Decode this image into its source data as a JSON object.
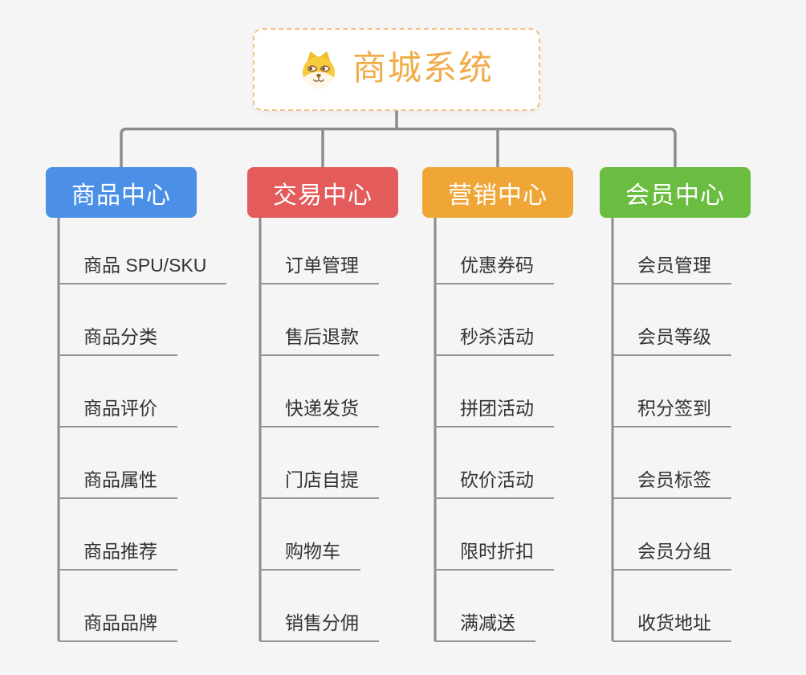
{
  "root": {
    "title": "商城系统",
    "icon": "doge-icon"
  },
  "branches": [
    {
      "label": "商品中心",
      "color": "#4B90E6",
      "items": [
        "商品 SPU/SKU",
        "商品分类",
        "商品评价",
        "商品属性",
        "商品推荐",
        "商品品牌"
      ]
    },
    {
      "label": "交易中心",
      "color": "#E35B5B",
      "items": [
        "订单管理",
        "售后退款",
        "快递发货",
        "门店自提",
        "购物车",
        "销售分佣"
      ]
    },
    {
      "label": "营销中心",
      "color": "#EFA636",
      "items": [
        "优惠券码",
        "秒杀活动",
        "拼团活动",
        "砍价活动",
        "限时折扣",
        "满减送"
      ]
    },
    {
      "label": "会员中心",
      "color": "#6ABD40",
      "items": [
        "会员管理",
        "会员等级",
        "积分签到",
        "会员标签",
        "会员分组",
        "收货地址"
      ]
    }
  ],
  "colors": {
    "background": "#F5F5F6",
    "connector": "#8C8C8C",
    "leaf_underline": "#949494",
    "leaf_text": "#333333",
    "root_text": "#F0AC49",
    "root_border": "#F1C382"
  }
}
